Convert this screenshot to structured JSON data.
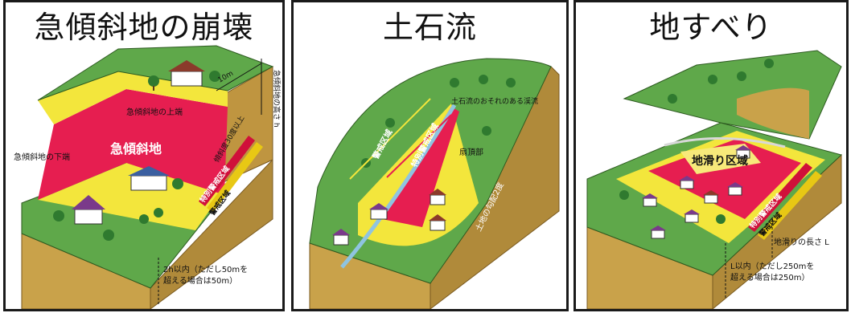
{
  "panels": {
    "steep": {
      "title": "急傾斜地の崩壊",
      "labels": {
        "height_vertical": "急傾斜地の高さ h",
        "ten_m": "10m",
        "upper_edge": "急傾斜地の上端",
        "slope_angle": "傾斜度30度以上",
        "lower_edge": "急傾斜地の下端",
        "steep_area": "急傾斜地",
        "special_zone": "特別警戒区域",
        "warning_zone": "警戒区域",
        "distance_note_1": "2h以内（ただし50mを",
        "distance_note_2": "超える場合は50m）"
      }
    },
    "debris": {
      "title": "土石流",
      "labels": {
        "stream": "土石流のおそれのある渓流",
        "warning_zone": "警戒区域",
        "special_zone": "特別警戒区域",
        "fan_apex": "扇頂部",
        "gradient": "土地の勾配2度"
      }
    },
    "landslide": {
      "title": "地すべり",
      "labels": {
        "landslide_area": "地滑り区域",
        "special_zone": "特別警戒区域",
        "warning_zone": "警戒区域",
        "length": "地滑りの長さ L",
        "distance_note_1": "L以内（ただし250mを",
        "distance_note_2": "超える場合は250m）"
      }
    }
  },
  "colors": {
    "green": "#5fa84a",
    "yellow": "#f3e63c",
    "red": "#e61e50",
    "soil": "#c9a24a",
    "stream_blue": "#8fc4e0"
  }
}
